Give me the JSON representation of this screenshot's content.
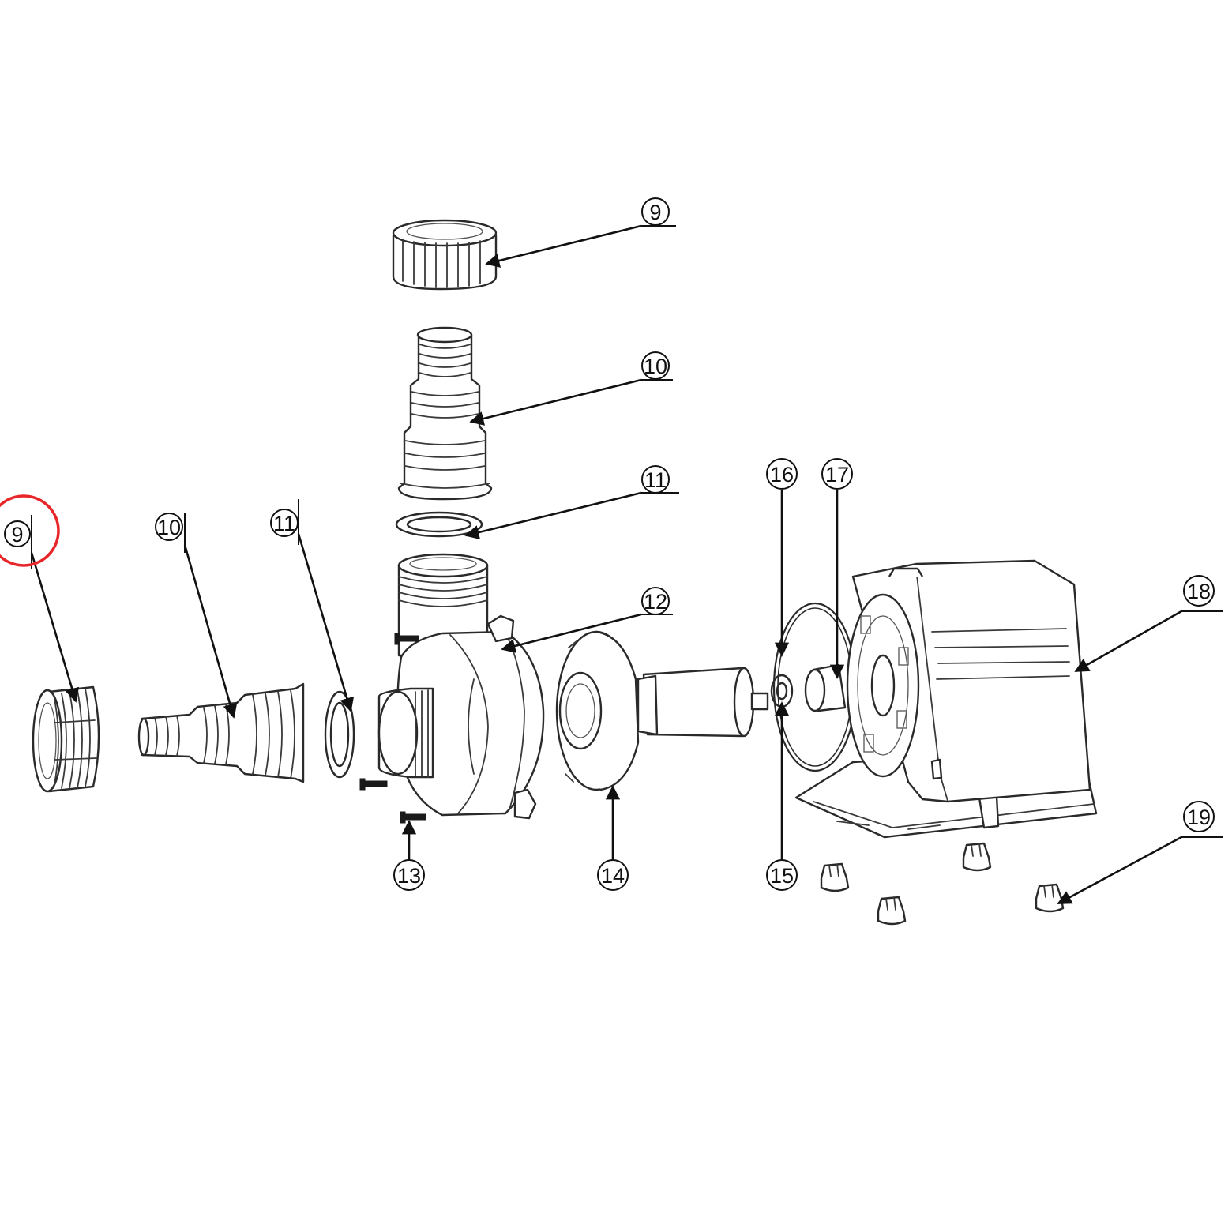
{
  "highlight_color": "#e8262a",
  "callouts": [
    {
      "id": "c9-top",
      "label": "9"
    },
    {
      "id": "c10-top",
      "label": "10"
    },
    {
      "id": "c11-top",
      "label": "11"
    },
    {
      "id": "c12",
      "label": "12"
    },
    {
      "id": "c9-left",
      "label": "9",
      "highlighted": true
    },
    {
      "id": "c10-left",
      "label": "10"
    },
    {
      "id": "c11-left",
      "label": "11"
    },
    {
      "id": "c13",
      "label": "13"
    },
    {
      "id": "c14",
      "label": "14"
    },
    {
      "id": "c15",
      "label": "15"
    },
    {
      "id": "c16",
      "label": "16"
    },
    {
      "id": "c17",
      "label": "17"
    },
    {
      "id": "c18",
      "label": "18"
    },
    {
      "id": "c19",
      "label": "19"
    }
  ]
}
